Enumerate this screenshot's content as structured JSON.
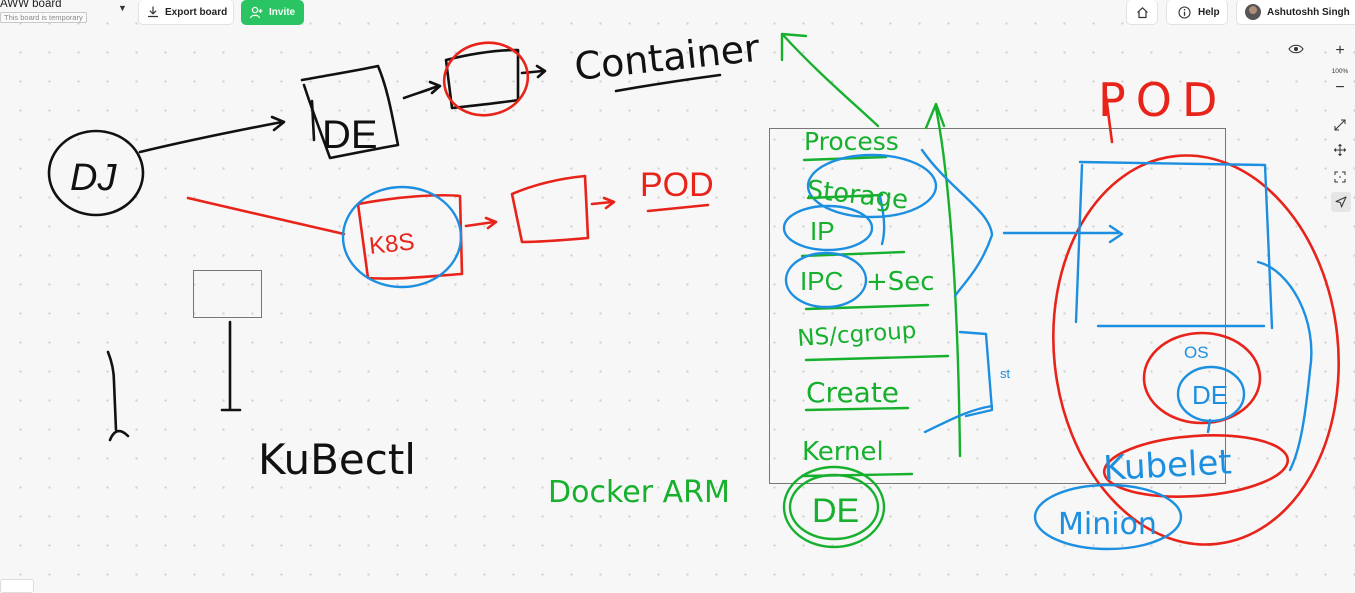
{
  "board": {
    "title": "AWW board",
    "temporary_label": "This board is temporary"
  },
  "toolbar": {
    "export_label": "Export board",
    "invite_label": "Invite",
    "help_label": "Help",
    "user_name": "Ashutoshh Singh"
  },
  "side_toolbar": {
    "zoom_level": "100%"
  },
  "canvas": {
    "texts": {
      "dj": "DJ",
      "de_top": "DE",
      "container": "Container",
      "k8s": "K8S",
      "pod_small": "POD",
      "kubectl": "KuBectl",
      "docker_arm": "Docker ARM",
      "process": "Process",
      "storage": "Storage",
      "ip": "IP",
      "ipc": "IPC",
      "sec": "+Sec",
      "ns": "NS/cgroup",
      "create": "Create",
      "kernel": "Kernel",
      "de_bottom": "DE",
      "st": "st",
      "pod_big": "POD",
      "os": "OS",
      "de_pod": "DE",
      "kubelet": "Kubelet",
      "minion": "Minion"
    },
    "colors": {
      "black": "#111111",
      "red": "#e8231a",
      "green": "#17b02e",
      "blue": "#1d8fe0"
    }
  }
}
